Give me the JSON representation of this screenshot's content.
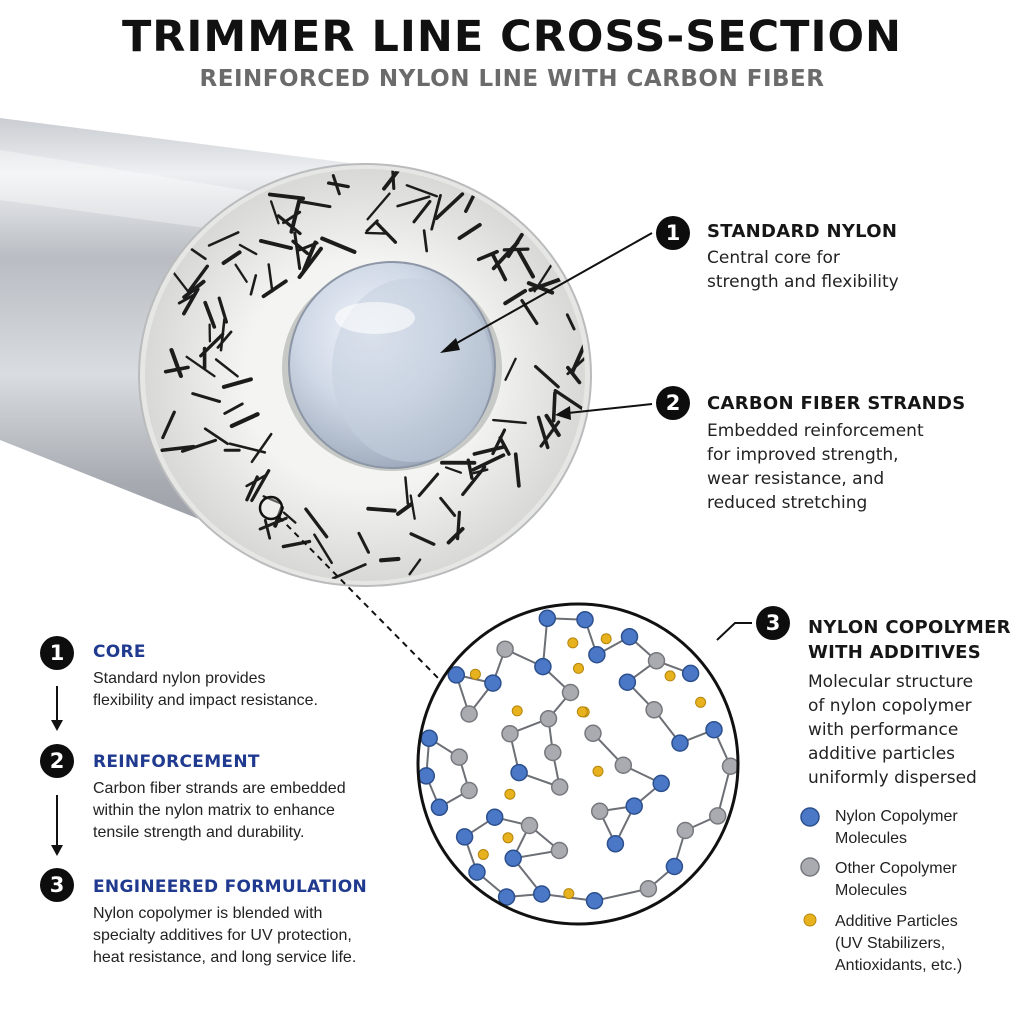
{
  "header": {
    "title": "TRIMMER LINE CROSS-SECTION",
    "subtitle": "REINFORCED NYLON LINE WITH CARBON FIBER"
  },
  "callouts": [
    {
      "number": "1",
      "title": "STANDARD NYLON",
      "lines": [
        "Central core for",
        "strength and flexibility"
      ]
    },
    {
      "number": "2",
      "title": "CARBON FIBER STRANDS",
      "lines": [
        "Embedded reinforcement",
        "for improved strength,",
        "wear resistance, and",
        "reduced stretching"
      ]
    },
    {
      "number": "3",
      "title_lines": [
        "NYLON COPOLYMER",
        "WITH ADDITIVES"
      ],
      "lines": [
        "Molecular structure",
        "of nylon copolymer",
        "with performance",
        "additive particles",
        "uniformly dispersed"
      ]
    }
  ],
  "legend": [
    {
      "lines": [
        "Nylon Copolymer",
        "Molecules"
      ],
      "color": "#4a78c6"
    },
    {
      "lines": [
        "Other Copolymer",
        "Molecules"
      ],
      "color": "#a9abb0"
    },
    {
      "lines": [
        "Additive Particles",
        "(UV Stabilizers,",
        "Antioxidants, etc.)"
      ],
      "color": "#e8b21e"
    }
  ],
  "steps": [
    {
      "number": "1",
      "title": "CORE",
      "lines": [
        "Standard nylon provides",
        "flexibility and impact resistance."
      ]
    },
    {
      "number": "2",
      "title": "REINFORCEMENT",
      "lines": [
        "Carbon fiber strands are embedded",
        "within the nylon matrix to enhance",
        "tensile strength and durability."
      ]
    },
    {
      "number": "3",
      "title": "ENGINEERED FORMULATION",
      "lines": [
        "Nylon copolymer is blended with",
        "specialty additives for UV protection,",
        "heat resistance, and long service life."
      ]
    }
  ],
  "colors": {
    "nylon_blue": "#4a78c6",
    "copolymer_grey": "#a9abb0",
    "additive_yellow": "#e8b21e",
    "step_title_blue": "#1f3a8f"
  }
}
